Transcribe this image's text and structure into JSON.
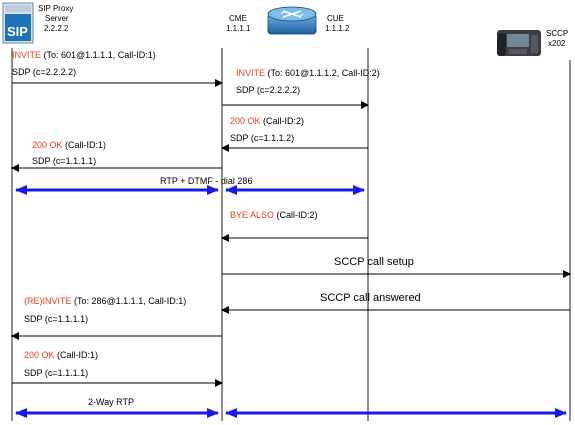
{
  "entities": {
    "sip_proxy": {
      "line1": "SIP Proxy",
      "line2": "Server",
      "line3": "2.2.2.2",
      "logo_text": "SIP"
    },
    "cme": {
      "name": "CME",
      "ip": "1.1.1.1"
    },
    "cue": {
      "name": "CUE",
      "ip": "1.1.1.2"
    },
    "sccp": {
      "name": "SCCP",
      "ext": "x202"
    }
  },
  "messages": {
    "m1": {
      "method": "INVITE",
      "params": " (To: 601@1.1.1.1, Call-ID:1)",
      "sdp": "SDP (c=2.2.2.2)"
    },
    "m2": {
      "method": "INVITE",
      "params": " (To: 601@1.1.1.2, Call-ID:2)",
      "sdp": "SDP (c=2.2.2.2)"
    },
    "m3": {
      "method": "200 OK",
      "params": " (Call-ID:2)",
      "sdp": "SDP (c=1.1.1.2)"
    },
    "m4": {
      "method": "200 OK",
      "params": " (Call-ID:1)",
      "sdp": "SDP (c=1.1.1.1)"
    },
    "rtp1": {
      "label": "RTP + DTMF - dial 286"
    },
    "m5": {
      "method": "BYE ALSO",
      "params": " (Call-ID:2)"
    },
    "sccp_setup": {
      "label": "SCCP call setup"
    },
    "sccp_answered": {
      "label": "SCCP call answered"
    },
    "m6": {
      "method": "(RE)INVITE",
      "params": " (To: 286@1.1.1.1, Call-ID:1)",
      "sdp": "SDP (c=1.1.1.1)"
    },
    "m7": {
      "method": "200 OK",
      "params": " (Call-ID:1)",
      "sdp": "SDP (c=1.1.1.1)"
    },
    "rtp2": {
      "label": "2-Way RTP"
    }
  },
  "colors": {
    "method_red": "#e8401c",
    "rtp_blue": "#1a1ae6",
    "logo_blue": "#1e73b8",
    "router_blue": "#2a7fc4"
  },
  "icons": {
    "sip_proxy": "sip-server-icon",
    "cme": "router-icon",
    "sccp": "ip-phone-icon"
  }
}
